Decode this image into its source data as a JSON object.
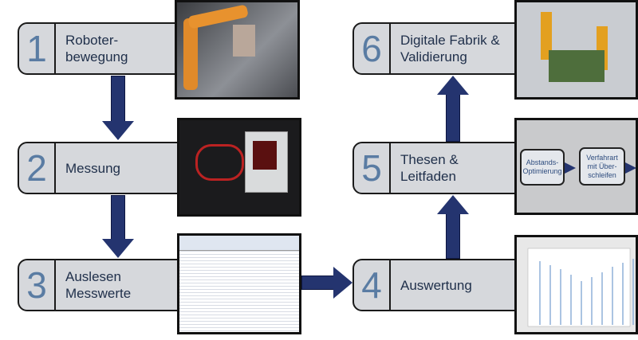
{
  "steps": [
    {
      "number": "1",
      "label": "Roboter-\nbewegung"
    },
    {
      "number": "2",
      "label": "Messung"
    },
    {
      "number": "3",
      "label": "Auslesen\nMesswerte"
    },
    {
      "number": "4",
      "label": "Auswertung"
    },
    {
      "number": "5",
      "label": "Thesen &\nLeitfaden"
    },
    {
      "number": "6",
      "label": "Digitale Fabrik &\nValidierung"
    }
  ],
  "thesen_image": {
    "box1": "Abstands-\nOptimierung",
    "box2": "Verfahrart\nmit Über-\nschleifen"
  },
  "colors": {
    "arrow": "#24346f",
    "box": "#d6d8dc",
    "number": "#5a7ca3"
  }
}
